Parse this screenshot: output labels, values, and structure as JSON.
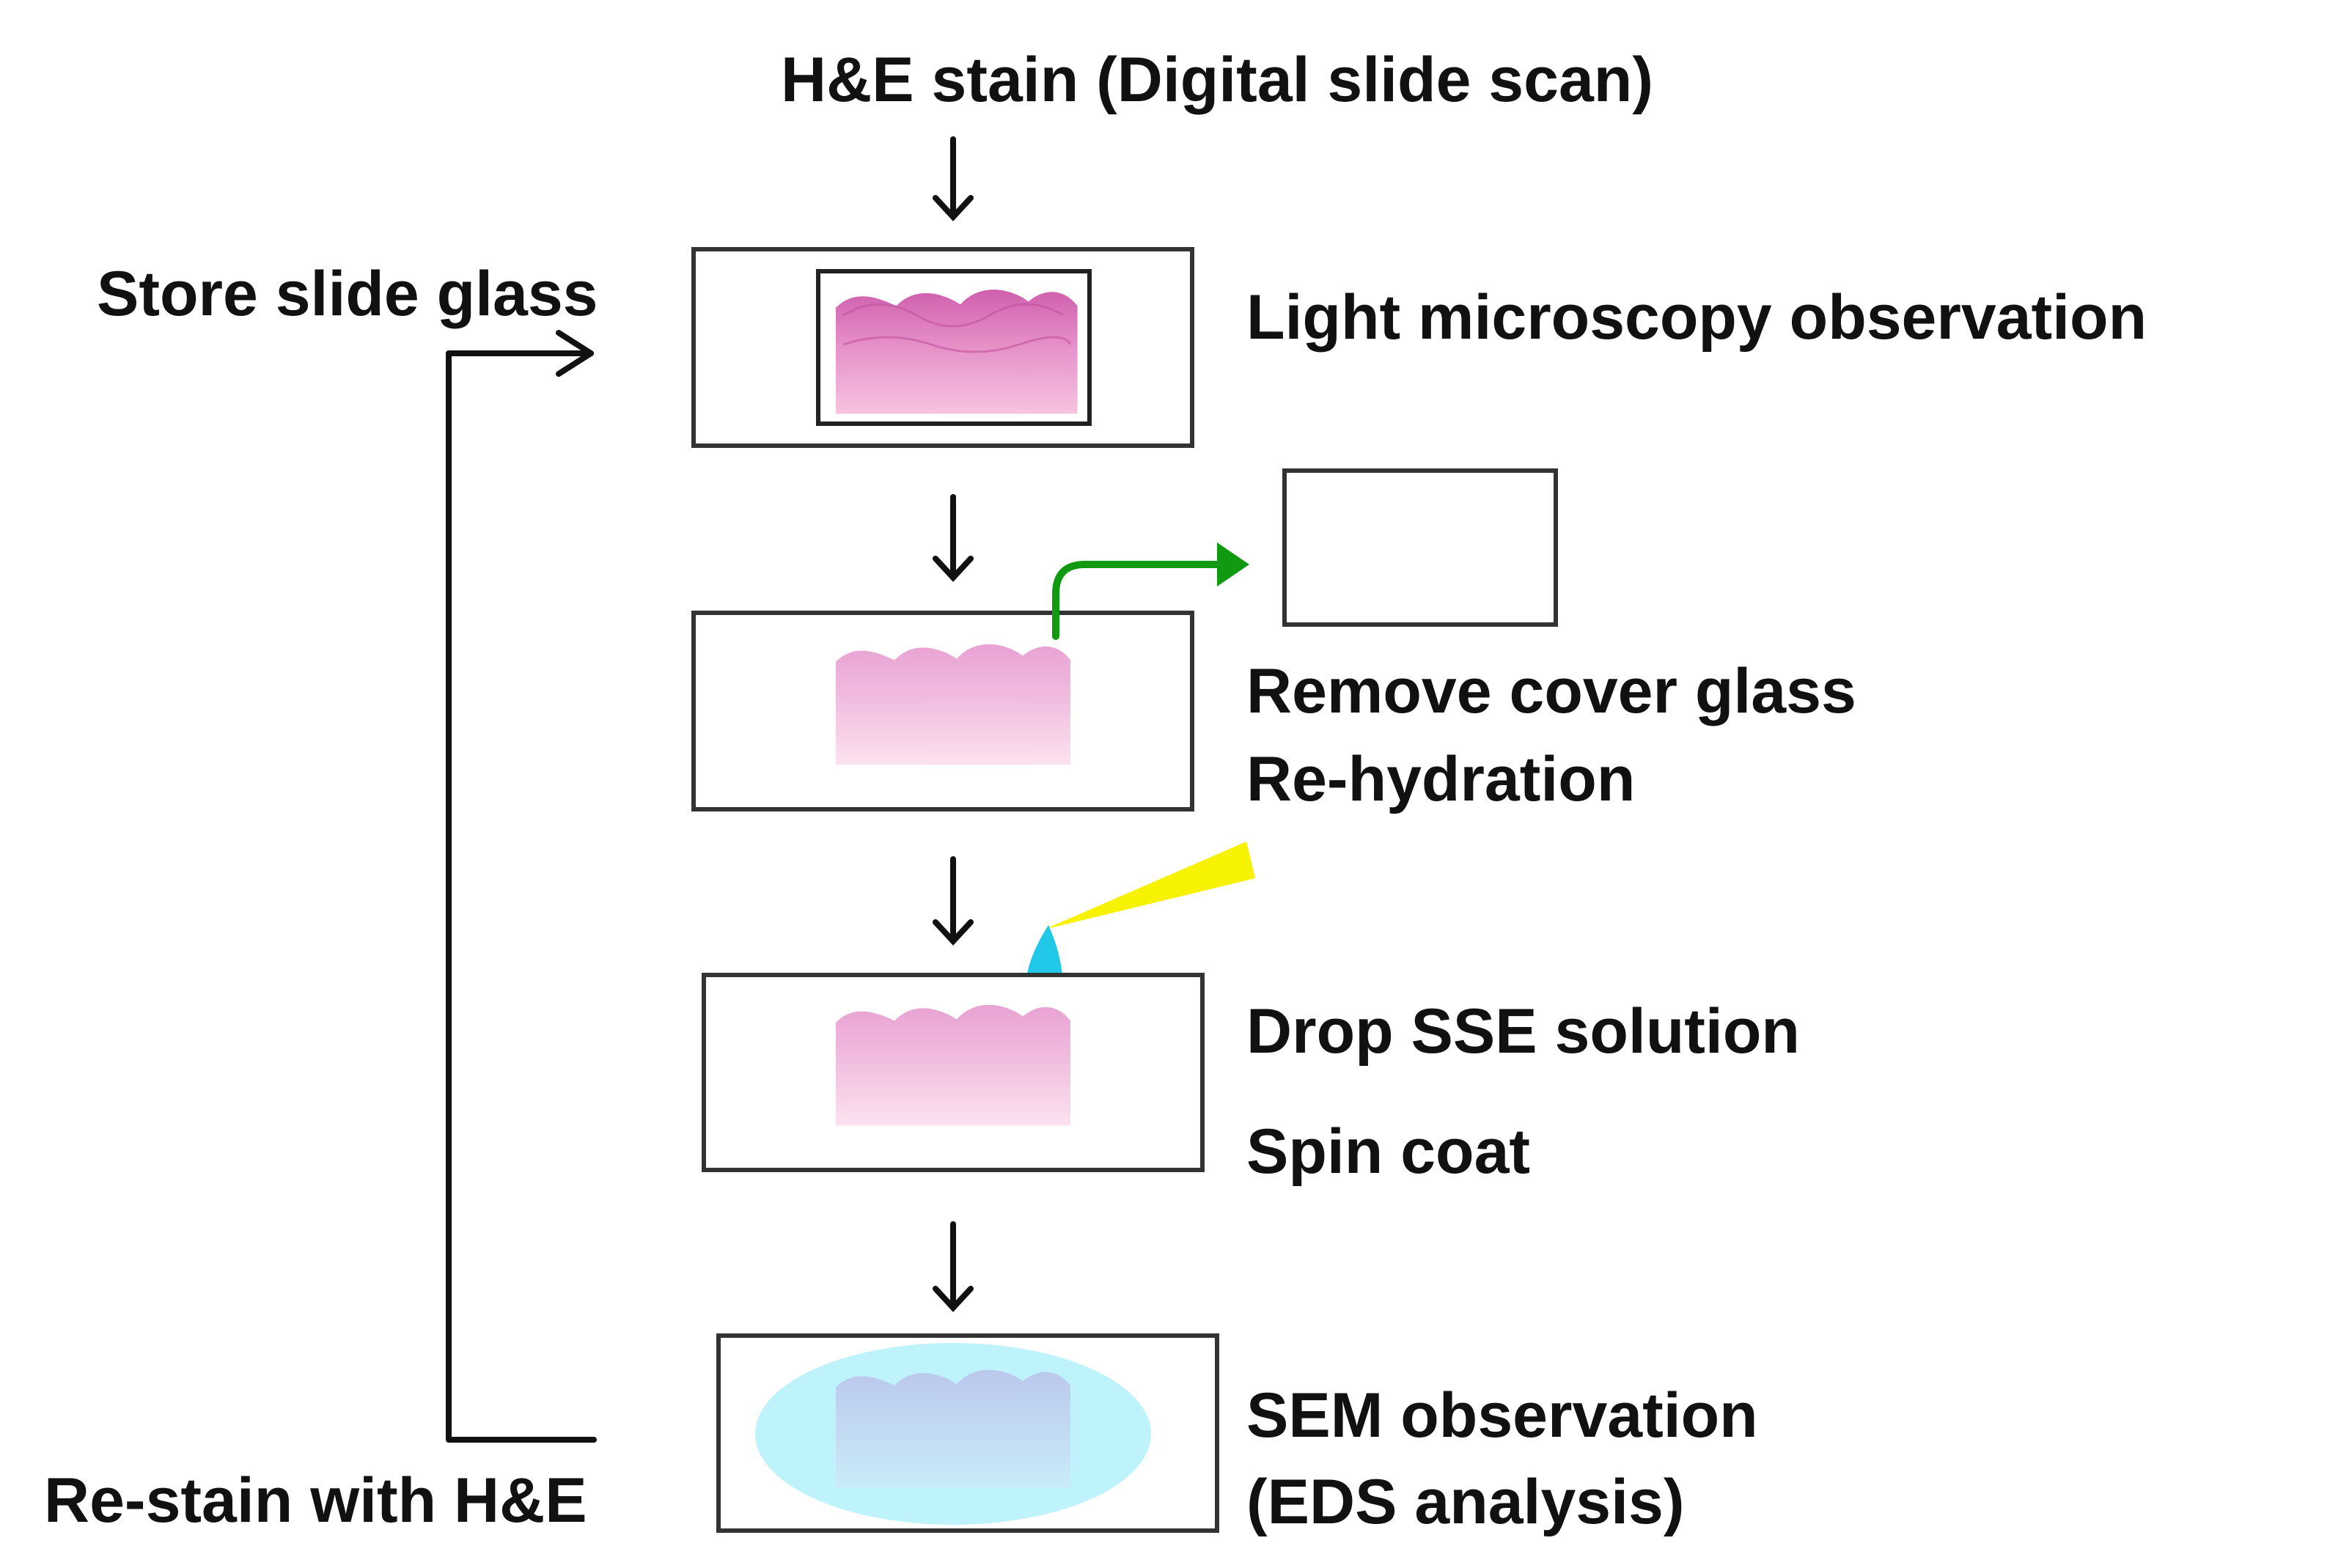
{
  "title": "H&E stain (Digital slide scan)",
  "steps": [
    {
      "lines": [
        "Light microscopy observation"
      ]
    },
    {
      "lines": [
        "Remove cover glass",
        "Re-hydration"
      ]
    },
    {
      "lines": [
        "Drop SSE solution",
        "Spin coat"
      ]
    },
    {
      "lines": [
        "SEM observation",
        "(EDS analysis)"
      ]
    }
  ],
  "loop": {
    "store_label": "Store slide glass",
    "restain_label": "Re-stain with H&E"
  },
  "colors": {
    "arrow": "#111111",
    "cover_arrow": "#119911",
    "pipette": "#f7f200",
    "droplet": "#22c8e8",
    "coating": "#bff3fb",
    "tissue": "#e27fc0"
  }
}
